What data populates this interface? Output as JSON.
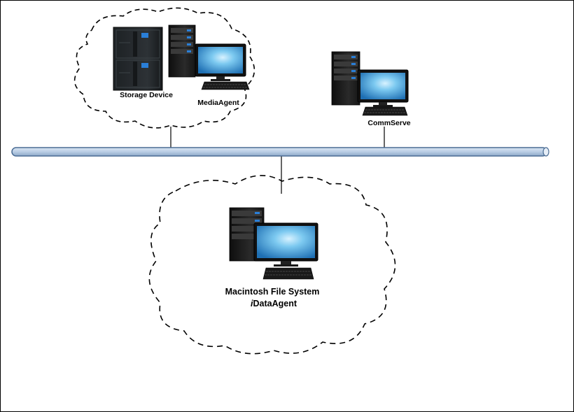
{
  "diagram": {
    "labels": {
      "storage_device": "Storage Device",
      "media_agent": "MediaAgent",
      "comm_serve": "CommServe",
      "client_line1": "Macintosh File System",
      "client_line2_prefix": "i",
      "client_line2_rest": "DataAgent"
    },
    "colors": {
      "network_bus_fill": "#b9cde4",
      "network_bus_stroke": "#4a6c94",
      "cloud_stroke": "#000000",
      "tower_body": "#1b1b1b",
      "screen_glow": "#43aee6",
      "led_blue": "#2a7fd8"
    },
    "icons": [
      "storage-device-icon",
      "server-computer-icon",
      "network-bus",
      "cloud-boundary"
    ]
  }
}
